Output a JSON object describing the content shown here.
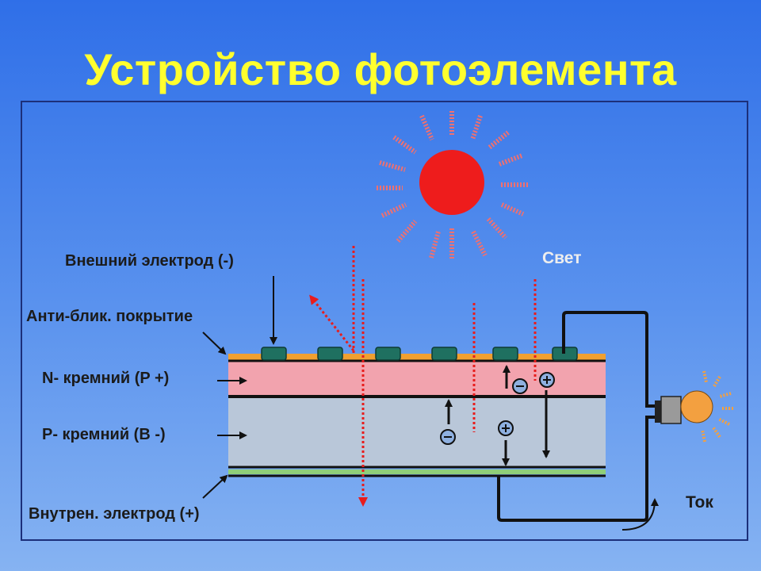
{
  "title": "Устройство фотоэлемента",
  "labels": {
    "external_electrode": "Внешний электрод (-)",
    "antiglare_coating": "Анти-блик. покрытие",
    "n_silicon": "N- кремний (P +)",
    "p_silicon": "P- кремний (B -)",
    "internal_electrode": "Внутрен. электрод (+)",
    "light": "Свет",
    "current": "Ток"
  },
  "colors": {
    "sun": "#ee1c1c",
    "n_layer": "#f2a3ae",
    "p_layer": "#b9c7d9",
    "coating": "#f0a030",
    "electrode": "#1f7060",
    "bulb": "#f3a040",
    "title": "#ffff2e"
  }
}
